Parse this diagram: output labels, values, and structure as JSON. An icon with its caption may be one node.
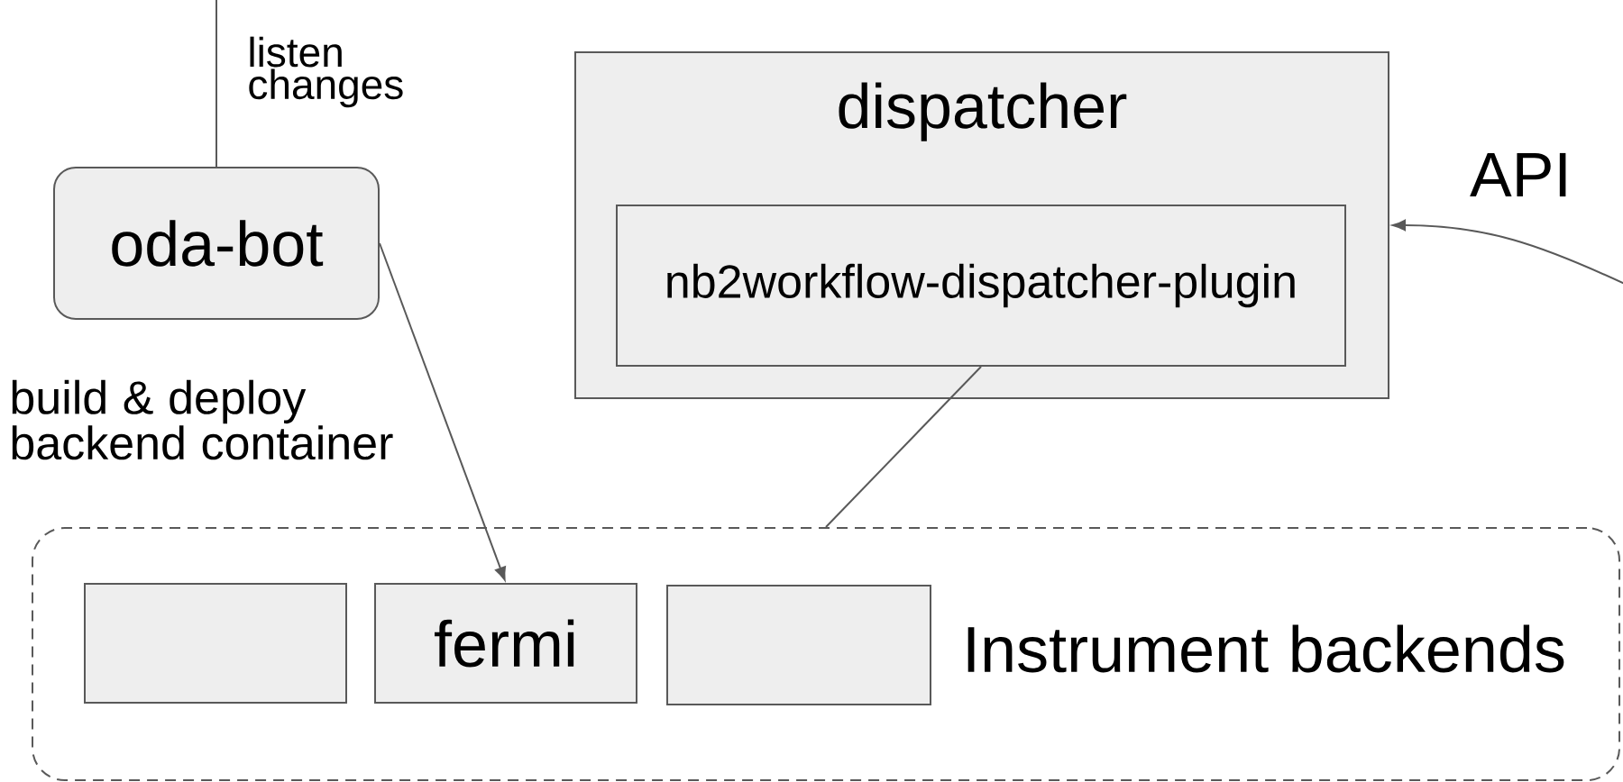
{
  "diagram": {
    "nodes": [
      {
        "text": [
          "oda-bot"
        ]
      },
      {
        "text": [
          "dispatcher"
        ]
      },
      {
        "text": [
          "nb2workflow-dispatcher-plugin"
        ],
        "in": 1
      },
      {
        "text": [
          "Instrument backends"
        ]
      },
      {
        "text": [],
        "shape": "box",
        "in": 3
      },
      {
        "text": [
          "fermi"
        ],
        "in": 3
      },
      {
        "text": [],
        "shape": "box",
        "in": 3
      }
    ],
    "edges": [
      {
        "from": null,
        "to": 0,
        "arrow": "none",
        "label": "listen changes"
      },
      {
        "from": 0,
        "to": 5,
        "arrow": "to",
        "label": "build & deploy backend container"
      },
      {
        "from": 2,
        "to": 3,
        "arrow": "none"
      },
      {
        "from": null,
        "to": 1,
        "arrow": "to",
        "label": "API"
      }
    ]
  }
}
